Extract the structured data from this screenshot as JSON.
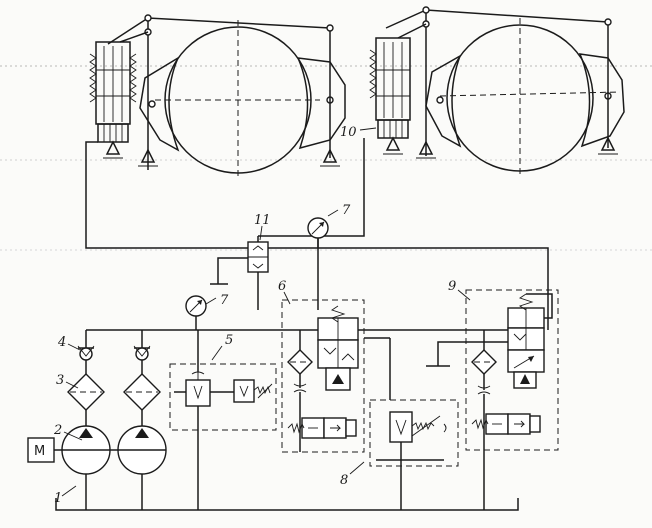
{
  "labels": {
    "l1": "1",
    "l2": "2",
    "l3": "3",
    "l4": "4",
    "l5": "5",
    "l6": "6",
    "l7a": "7",
    "l7b": "7",
    "l8": "8",
    "l9": "9",
    "l10": "10",
    "l11": "11",
    "motor": "M"
  },
  "colors": {
    "ink": "#1b1b1b",
    "paper": "#fbfbf9"
  }
}
